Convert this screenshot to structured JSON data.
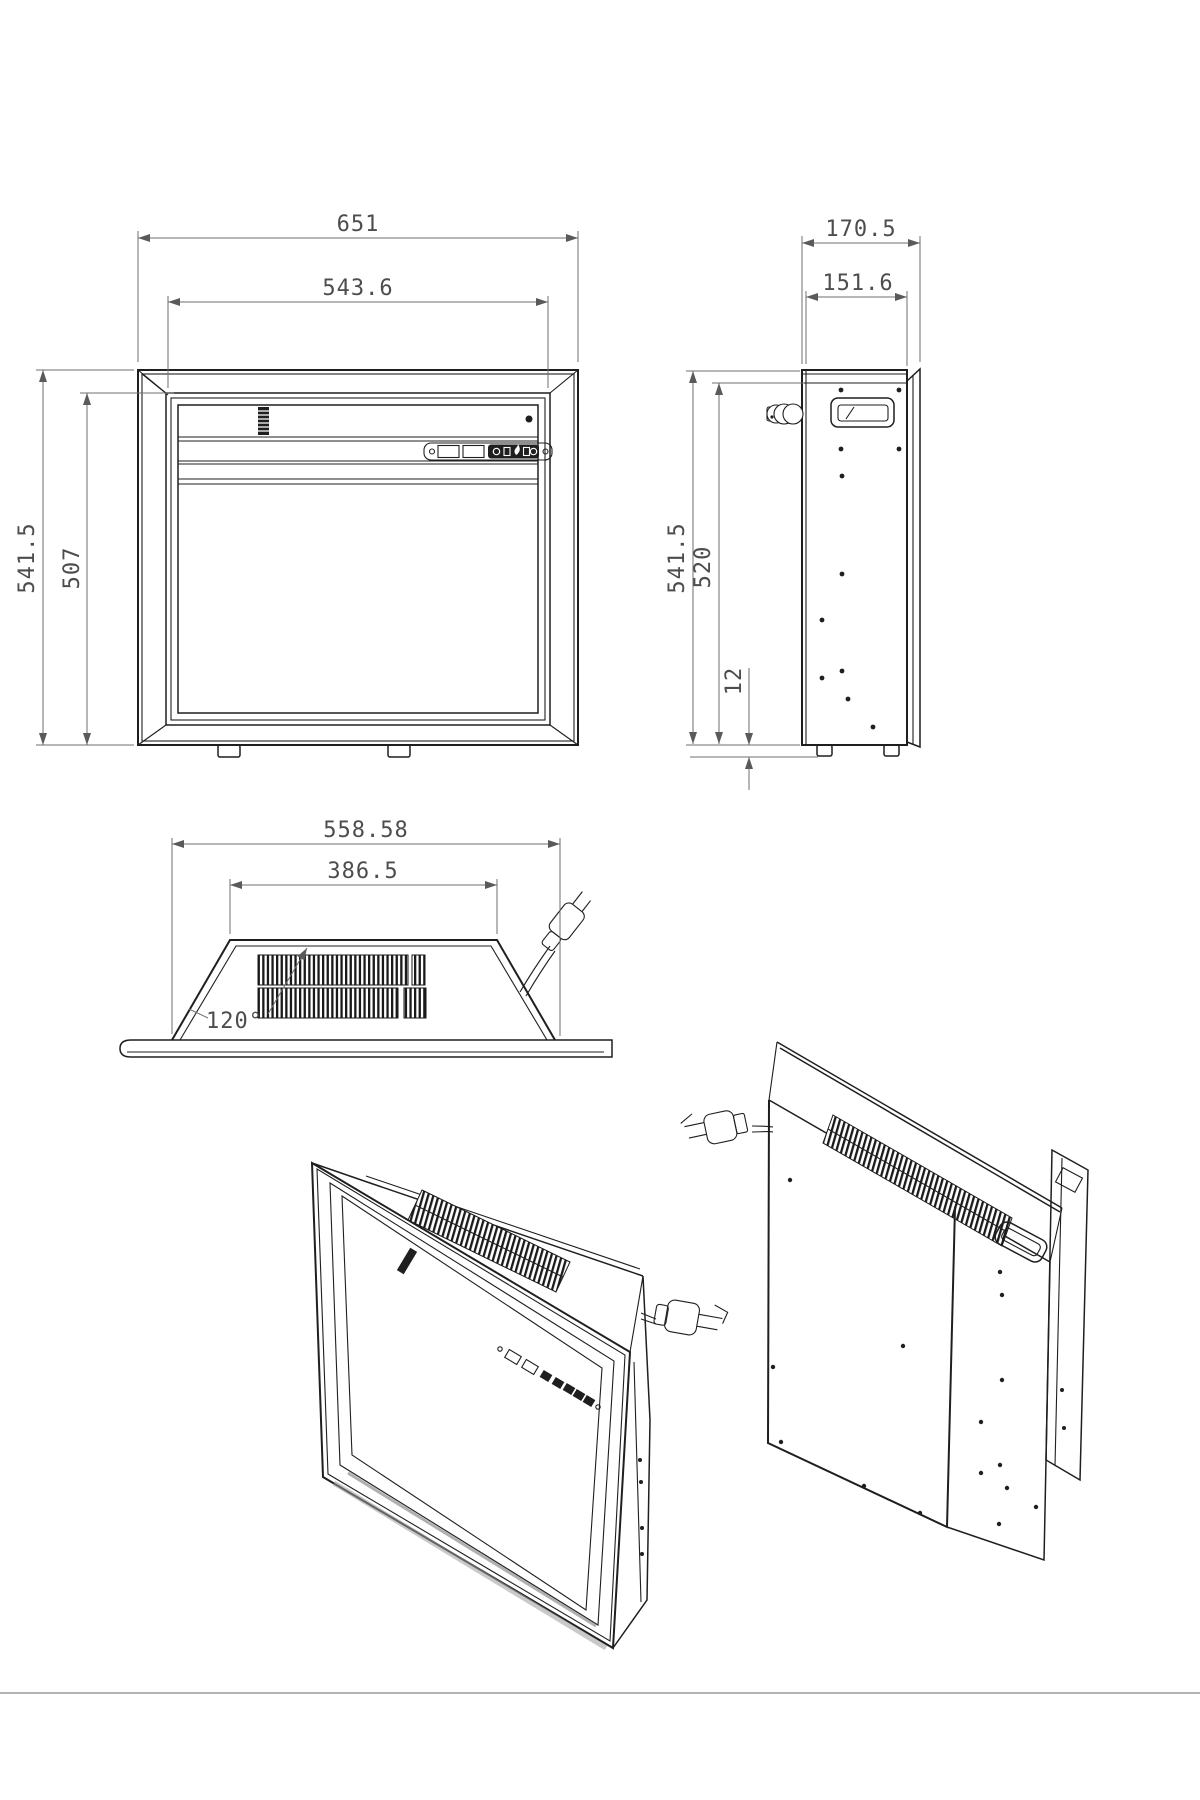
{
  "colors": {
    "bg": "#ffffff",
    "line": "#1f1f1f",
    "dim": "#6f6f6f",
    "dimtext": "#4d4d4d",
    "shade": "#9c9c9c"
  },
  "front_view": {
    "dim_width_outer": "651",
    "dim_width_inner": "543.6",
    "dim_height_outer": "541.5",
    "dim_height_inner": "507"
  },
  "side_view": {
    "dim_depth_outer": "170.5",
    "dim_depth_inner": "151.6",
    "dim_height_outer": "541.5",
    "dim_height_inner": "520",
    "dim_foot_height": "12"
  },
  "top_view": {
    "dim_width_base": "558.58",
    "dim_width_top": "386.5",
    "dim_bevel_angle": "120°"
  }
}
